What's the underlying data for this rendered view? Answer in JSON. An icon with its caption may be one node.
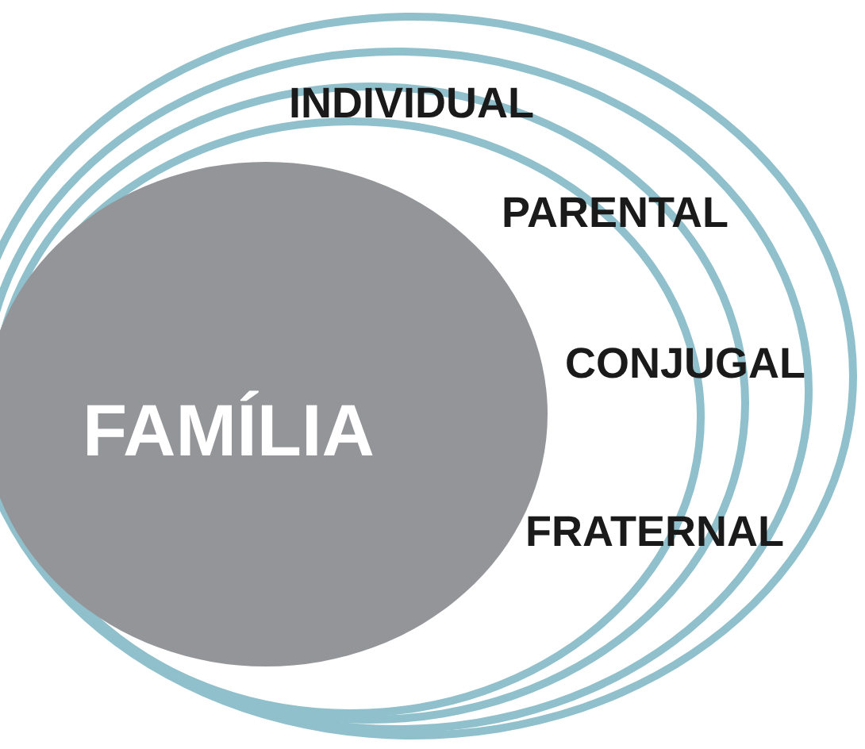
{
  "diagram": {
    "nodes": [
      {
        "text": [],
        "shape": "ellipse"
      },
      {
        "text": [],
        "shape": "ellipse",
        "in": 0
      },
      {
        "text": [],
        "shape": "ellipse",
        "in": 1
      },
      {
        "text": [],
        "shape": "ellipse",
        "in": 2
      },
      {
        "text": [
          "FAMÍLIA"
        ],
        "in": 3
      }
    ],
    "labels": [
      "INDIVIDUAL",
      "PARENTAL",
      "CONJUGAL",
      "FRATERNAL"
    ]
  }
}
